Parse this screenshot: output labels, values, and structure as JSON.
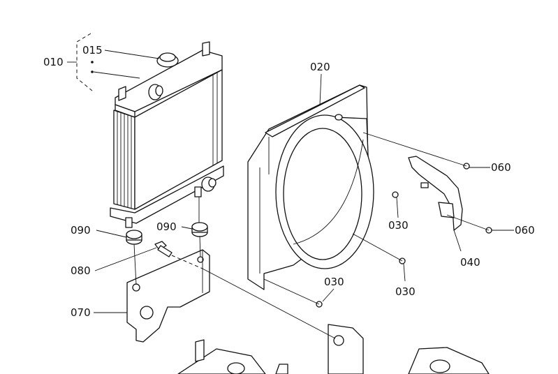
{
  "diagram": {
    "title": "Radiator and fan shroud exploded view",
    "labels": {
      "p010": "010",
      "p015": "015",
      "p020": "020",
      "p030a": "030",
      "p030b": "030",
      "p030c": "030",
      "p040": "040",
      "p060a": "060",
      "p060b": "060",
      "p070": "070",
      "p080": "080",
      "p090a": "090",
      "p090b": "090"
    }
  }
}
